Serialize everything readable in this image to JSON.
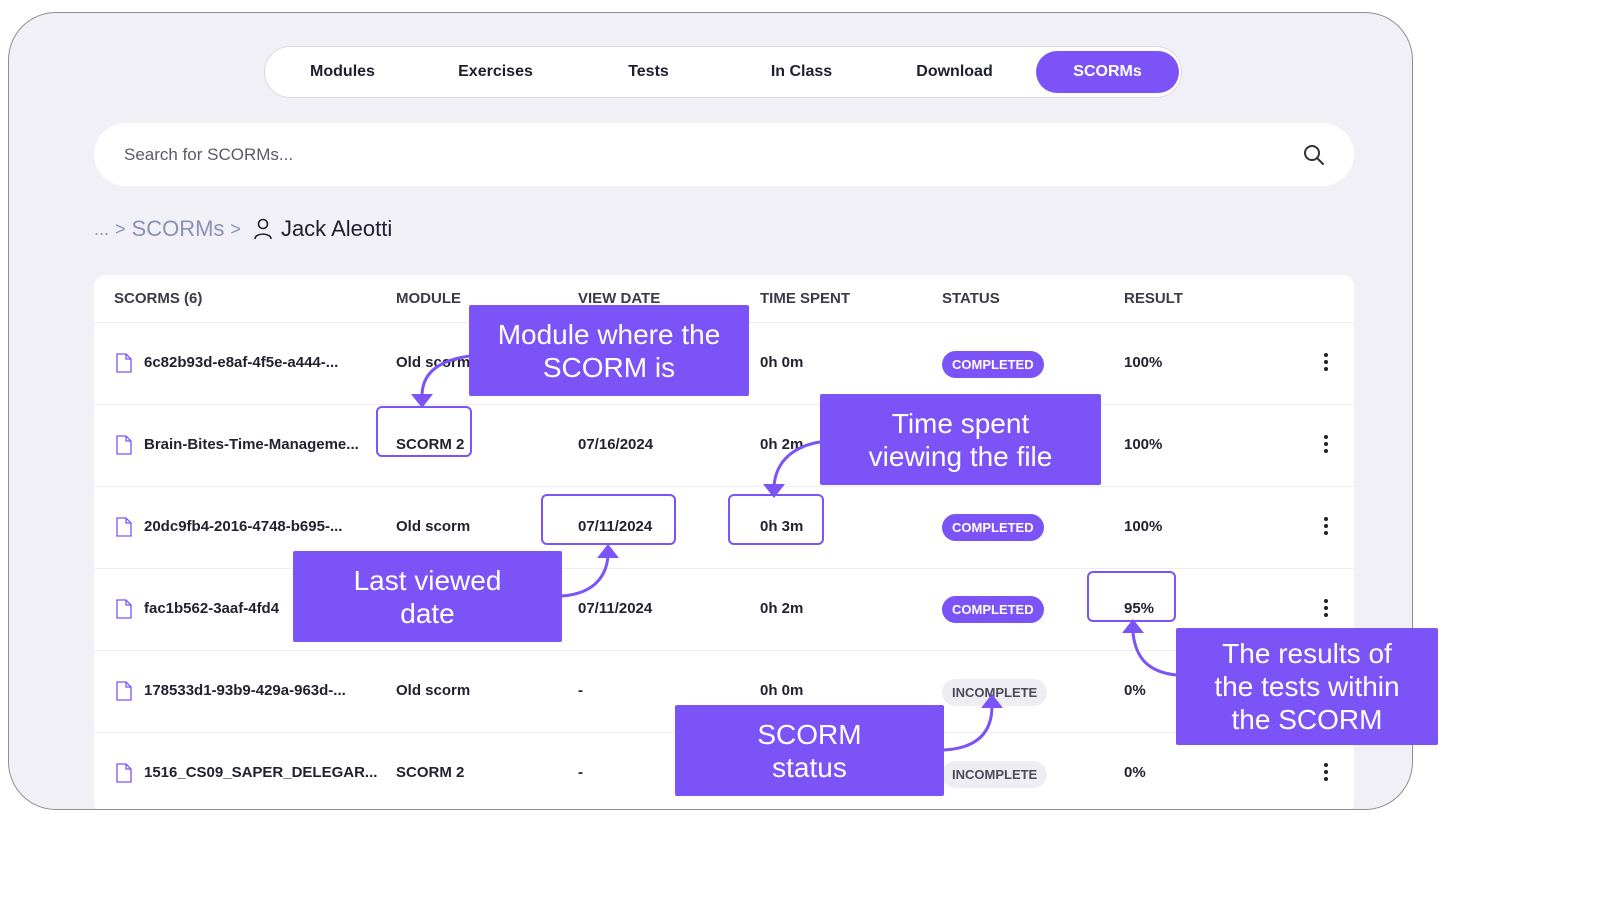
{
  "tabs": [
    {
      "label": "Modules",
      "active": false
    },
    {
      "label": "Exercises",
      "active": false
    },
    {
      "label": "Tests",
      "active": false
    },
    {
      "label": "In Class",
      "active": false
    },
    {
      "label": "Download",
      "active": false
    },
    {
      "label": "SCORMs",
      "active": true
    }
  ],
  "search": {
    "placeholder": "Search for SCORMs...",
    "icon": "search-icon"
  },
  "breadcrumb": {
    "ellipsis": "...",
    "separator": ">",
    "section": "SCORMs",
    "user": "Jack Aleotti",
    "user_icon": "user-icon"
  },
  "table": {
    "headers": {
      "name": "SCORMS (6)",
      "module": "MODULE",
      "view_date": "VIEW DATE",
      "time_spent": "TIME SPENT",
      "status": "STATUS",
      "result": "RESULT"
    },
    "rows": [
      {
        "name": "6c82b93d-e8af-4f5e-a444-...",
        "module": "Old scorm",
        "view_date": "",
        "time_spent": "0h 0m",
        "status": "COMPLETED",
        "result": "100%"
      },
      {
        "name": "Brain-Bites-Time-Manageme...",
        "module": "SCORM 2",
        "view_date": "07/16/2024",
        "time_spent": "0h 2m",
        "status": "",
        "result": "100%"
      },
      {
        "name": "20dc9fb4-2016-4748-b695-...",
        "module": "Old scorm",
        "view_date": "07/11/2024",
        "time_spent": "0h 3m",
        "status": "COMPLETED",
        "result": "100%"
      },
      {
        "name": "fac1b562-3aaf-4fd4",
        "module": "",
        "view_date": "07/11/2024",
        "time_spent": "0h 2m",
        "status": "COMPLETED",
        "result": "95%"
      },
      {
        "name": "178533d1-93b9-429a-963d-...",
        "module": "Old scorm",
        "view_date": "-",
        "time_spent": "0h 0m",
        "status": "INCOMPLETE",
        "result": "0%"
      },
      {
        "name": "1516_CS09_SAPER_DELEGAR...",
        "module": "SCORM 2",
        "view_date": "-",
        "time_spent": "",
        "status": "INCOMPLETE",
        "result": "0%"
      }
    ]
  },
  "callouts": {
    "module": [
      "Module where the",
      "SCORM is"
    ],
    "time": [
      "Time spent",
      "viewing the file"
    ],
    "date": [
      "Last viewed",
      "date"
    ],
    "status": [
      "SCORM",
      "status"
    ],
    "results": [
      "The results of",
      "the tests within",
      "the SCORM"
    ]
  },
  "colors": {
    "accent": "#7b53f7",
    "frame_bg": "#f1f0f6",
    "muted_link": "#8a92b3"
  }
}
